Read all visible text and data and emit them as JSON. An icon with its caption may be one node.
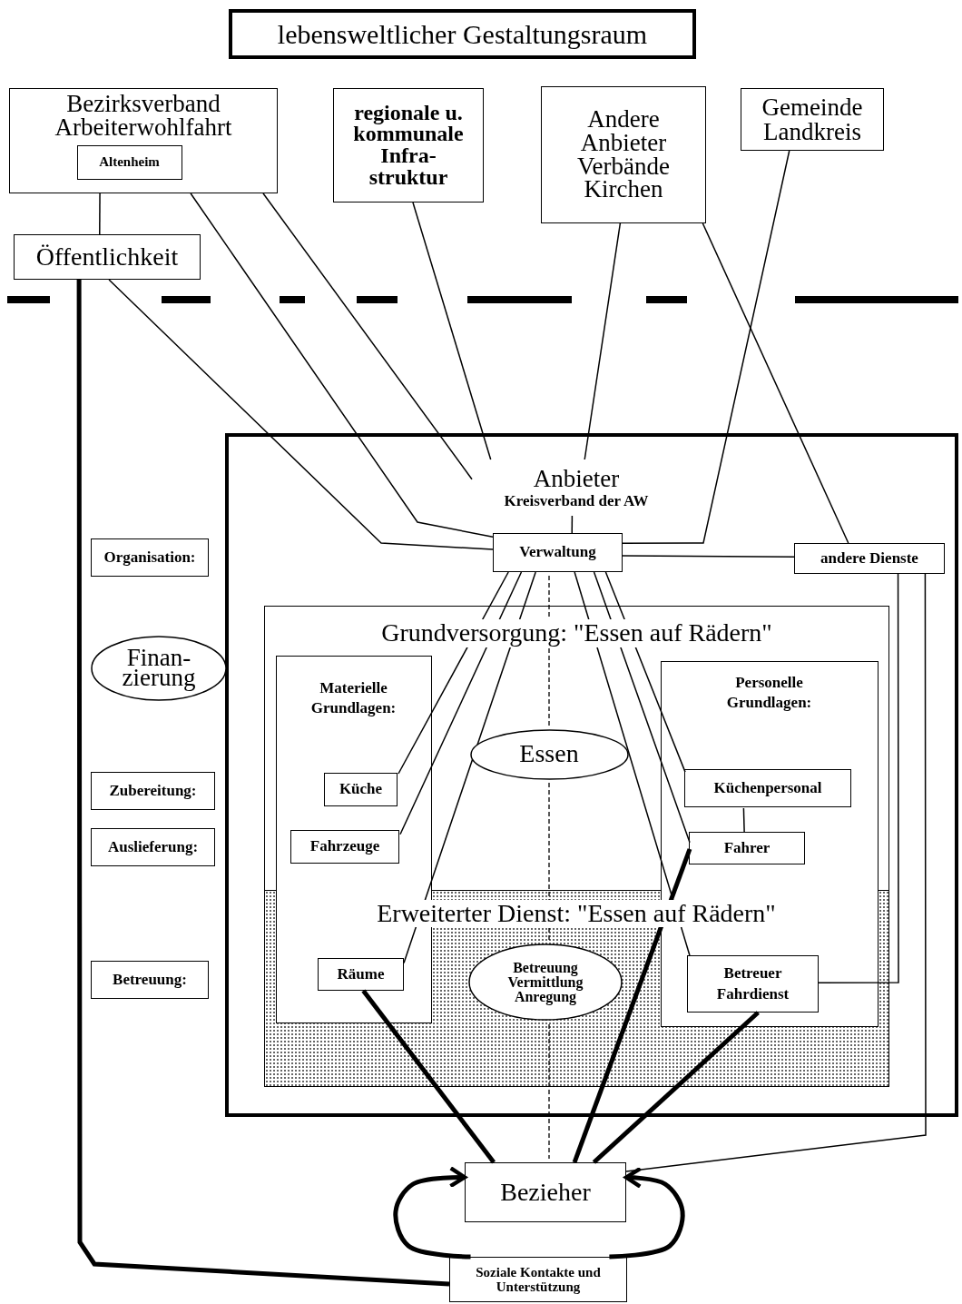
{
  "diagram": {
    "nodes": [
      {
        "text": [
          "lebensweltlicher Gestaltungsraum"
        ]
      },
      {
        "text": [
          "Bezirksverband Arbeiterwohlfahrt"
        ]
      },
      {
        "text": [
          "Altenheim"
        ],
        "in": 1
      },
      {
        "text": [
          "regionale u. kommunale Infra- struktur"
        ]
      },
      {
        "text": [
          "Andere Anbieter",
          "Verbände Kirchen"
        ]
      },
      {
        "text": [
          "Gemeinde Landkreis"
        ]
      },
      {
        "text": [
          "Öffentlichkeit"
        ]
      },
      {
        "text": [],
        "shape": "box"
      },
      {
        "text": [
          "Anbieter",
          "Kreisverband der AW"
        ],
        "in": 7
      },
      {
        "text": [
          "Verwaltung"
        ],
        "in": 7
      },
      {
        "text": [
          "andere Dienste"
        ],
        "in": 7
      },
      {
        "text": [
          "Grundversorgung: \"Essen auf Rädern\""
        ],
        "in": 7
      },
      {
        "text": [
          "Erweiterter Dienst: \"Essen auf Rädern\""
        ],
        "in": 11
      },
      {
        "text": [
          "Materielle Grundlagen:"
        ],
        "in": 11
      },
      {
        "text": [
          "Küche"
        ],
        "in": 13
      },
      {
        "text": [
          "Fahrzeuge"
        ],
        "in": 13
      },
      {
        "text": [
          "Räume"
        ]
      },
      {
        "text": [
          "Essen"
        ],
        "in": 11
      },
      {
        "text": [
          "Betreuung Vermittlung Anregung"
        ],
        "in": 12
      },
      {
        "text": [
          "Personelle Grundlagen:"
        ],
        "in": 11
      },
      {
        "text": [
          "Küchenpersonal"
        ],
        "in": 19
      },
      {
        "text": [
          "Fahrer"
        ],
        "in": 19
      },
      {
        "text": [
          "Betreuer Fahrdienst"
        ]
      },
      {
        "text": [
          "Organisation:"
        ]
      },
      {
        "text": [
          "Finan- zierung"
        ]
      },
      {
        "text": [
          "Zubereitung:"
        ]
      },
      {
        "text": [
          "Auslieferung:"
        ]
      },
      {
        "text": [
          "Betreuung:"
        ]
      },
      {
        "text": [
          "Bezieher"
        ]
      },
      {
        "text": [
          "Soziale Kontakte und Unterstützung"
        ]
      }
    ],
    "edges": [
      {
        "from": 1,
        "to": 6,
        "arrow": "none"
      },
      {
        "from": 6,
        "to": 9,
        "arrow": "none"
      },
      {
        "from": 1,
        "to": 9,
        "arrow": "none"
      },
      {
        "from": 1,
        "to": 8,
        "arrow": "none"
      },
      {
        "from": 3,
        "to": 8,
        "arrow": "none"
      },
      {
        "from": 4,
        "to": 8,
        "arrow": "none"
      },
      {
        "from": 8,
        "to": 9,
        "arrow": "none"
      },
      {
        "from": 5,
        "to": 9,
        "arrow": "none"
      },
      {
        "from": 4,
        "to": 10,
        "arrow": "none"
      },
      {
        "from": 9,
        "to": 10,
        "arrow": "none"
      },
      {
        "from": 10,
        "to": 22,
        "arrow": "none"
      },
      {
        "from": 10,
        "to": 28,
        "arrow": "none"
      },
      {
        "from": 9,
        "to": 14,
        "arrow": "none"
      },
      {
        "from": 9,
        "to": 15,
        "arrow": "none"
      },
      {
        "from": 9,
        "to": 16,
        "arrow": "none"
      },
      {
        "from": 9,
        "to": 20,
        "arrow": "none"
      },
      {
        "from": 9,
        "to": 21,
        "arrow": "none"
      },
      {
        "from": 9,
        "to": 22,
        "arrow": "none"
      },
      {
        "from": 20,
        "to": 21,
        "arrow": "none"
      },
      {
        "from": 16,
        "to": 28,
        "arrow": "none",
        "style": "thick"
      },
      {
        "from": 21,
        "to": 28,
        "arrow": "none",
        "style": "thick"
      },
      {
        "from": 22,
        "to": 28,
        "arrow": "none",
        "style": "thick"
      },
      {
        "from": 6,
        "to": 29,
        "arrow": "none",
        "style": "thick"
      },
      {
        "from": 29,
        "to": 28,
        "arrow": "to",
        "style": "thick"
      },
      {
        "from": 29,
        "to": 28,
        "arrow": "to",
        "style": "thick"
      }
    ]
  }
}
